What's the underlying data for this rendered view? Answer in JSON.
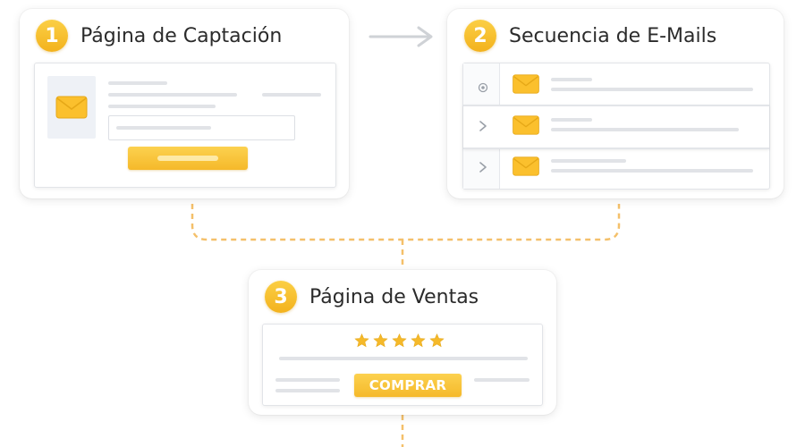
{
  "steps": [
    {
      "number": "1",
      "title": "Página de Captación"
    },
    {
      "number": "2",
      "title": "Secuencia de E-Mails"
    },
    {
      "number": "3",
      "title": "Página de Ventas"
    }
  ],
  "sales": {
    "button_label": "COMPRAR",
    "rating_stars": 5
  },
  "icons": {
    "envelope": "envelope-icon",
    "arrow": "arrow-right-icon",
    "radio": "radio-icon",
    "chevron": "chevron-right-icon",
    "star": "star-icon"
  },
  "colors": {
    "accent": "#f5b92a",
    "connector": "#f4c06a",
    "arrow": "#cfd2d6"
  }
}
